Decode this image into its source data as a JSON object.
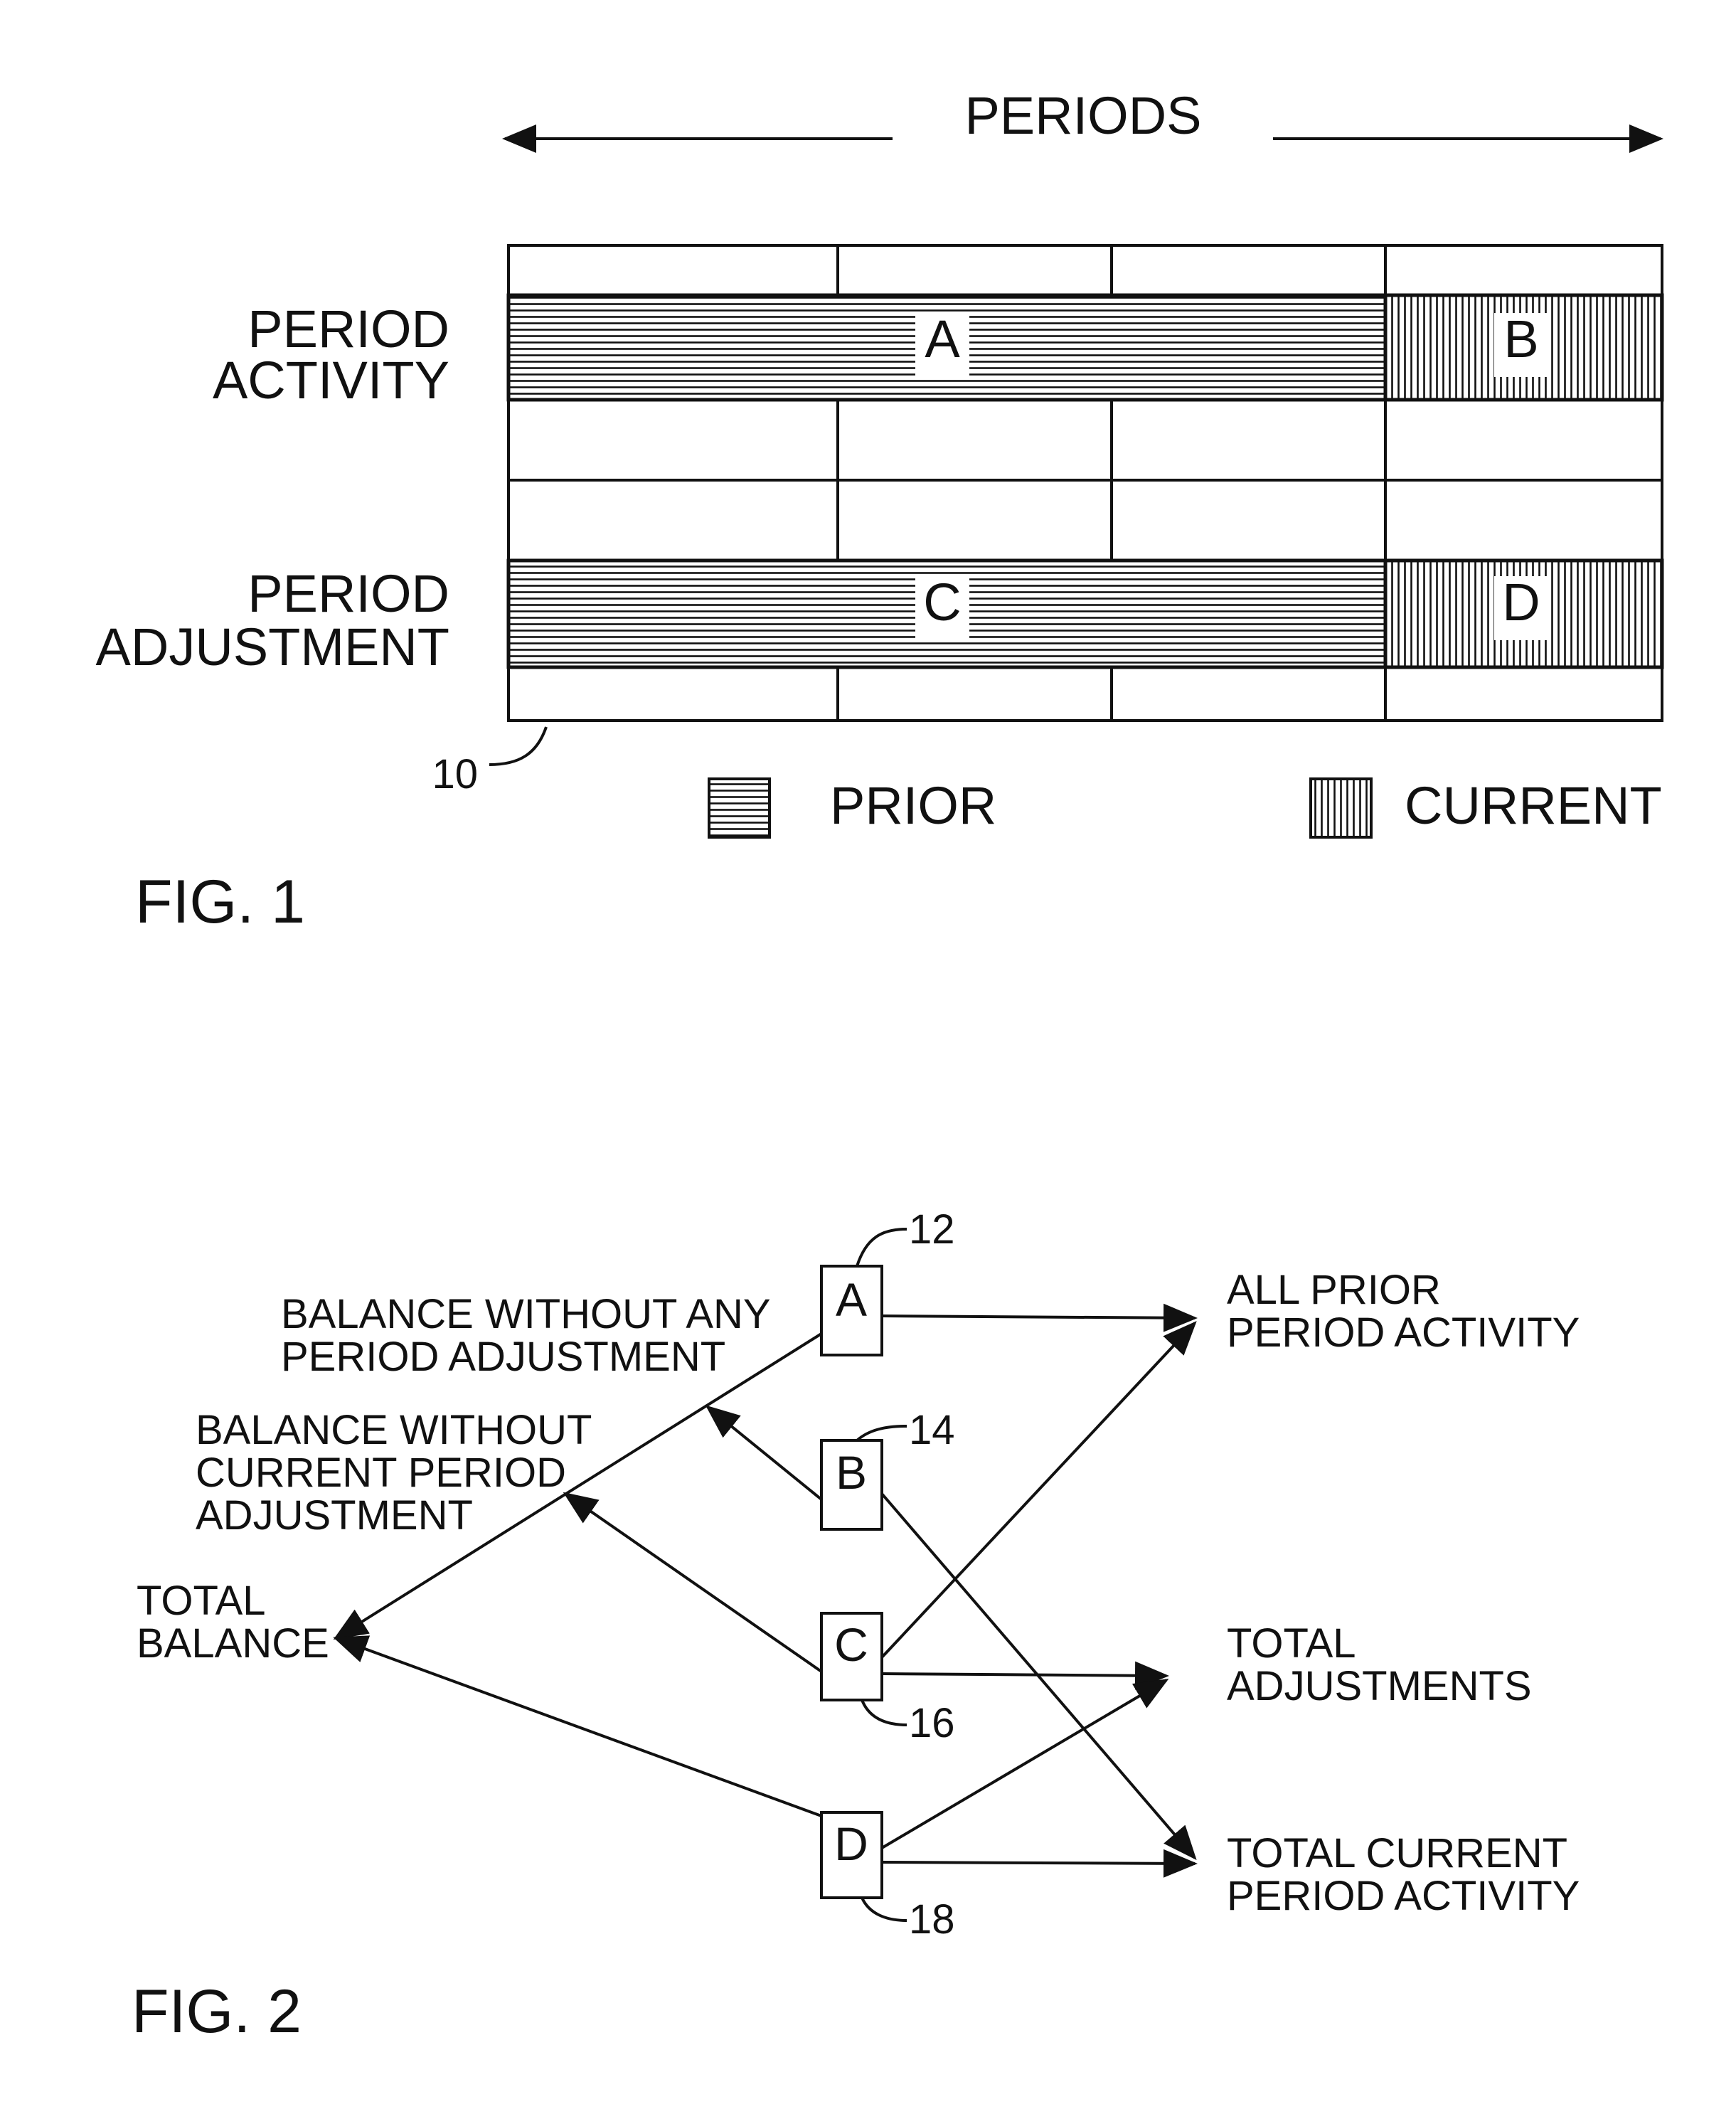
{
  "fig1": {
    "periods_label": "PERIODS",
    "row_labels": {
      "activity": [
        "PERIOD",
        "ACTIVITY"
      ],
      "adjustment": [
        "PERIOD",
        "ADJUSTMENT"
      ]
    },
    "cells": {
      "a": "A",
      "b": "B",
      "c": "C",
      "d": "D"
    },
    "reference": "10",
    "legend": {
      "prior": "PRIOR",
      "current": "CURRENT"
    },
    "caption": "FIG. 1"
  },
  "fig2": {
    "nodes": {
      "a": {
        "letter": "A",
        "ref": "12"
      },
      "b": {
        "letter": "B",
        "ref": "14"
      },
      "c": {
        "letter": "C",
        "ref": "16"
      },
      "d": {
        "letter": "D",
        "ref": "18"
      }
    },
    "labels": {
      "balance_no_adjustment": [
        "BALANCE WITHOUT ANY",
        "PERIOD ADJUSTMENT"
      ],
      "balance_no_current_adjustment": [
        "BALANCE WITHOUT",
        "CURRENT PERIOD",
        "ADJUSTMENT"
      ],
      "total_balance": [
        "TOTAL",
        "BALANCE"
      ],
      "all_prior_activity": [
        "ALL PRIOR",
        "PERIOD ACTIVITY"
      ],
      "total_adjustments": [
        "TOTAL",
        "ADJUSTMENTS"
      ],
      "total_current_activity": [
        "TOTAL CURRENT",
        "PERIOD ACTIVITY"
      ]
    },
    "caption": "FIG. 2"
  }
}
